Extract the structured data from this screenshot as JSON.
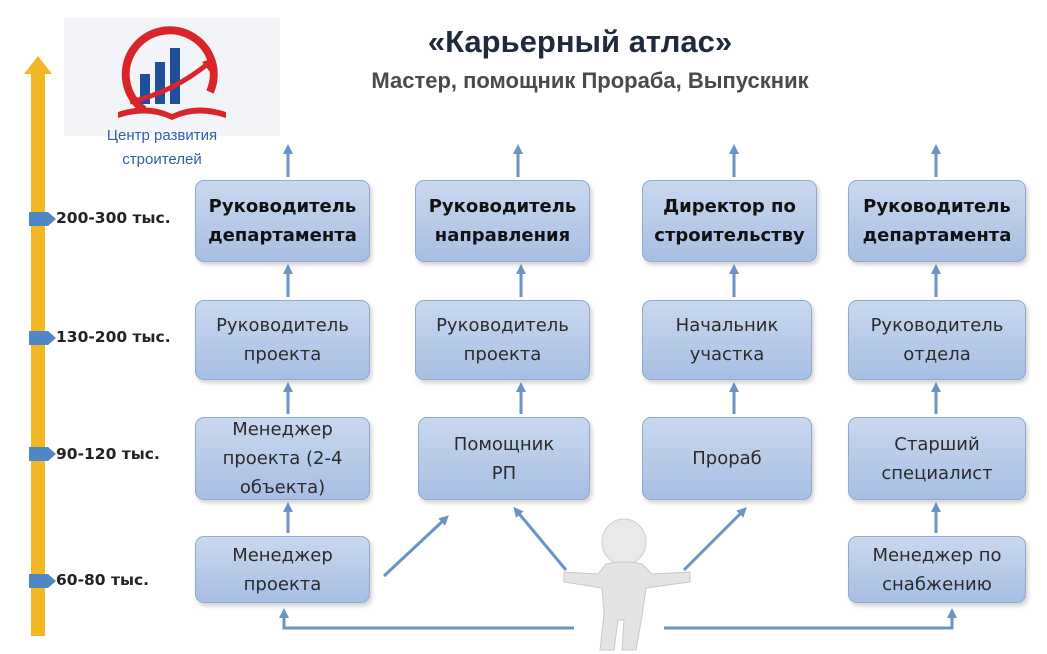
{
  "logo": {
    "icon": "bar-chart-arrow-book-logo",
    "caption_line1": "Центр развития",
    "caption_line2": "строителей"
  },
  "title": "«Карьерный атлас»",
  "subtitle": "Мастер, помощник Прораба, Выпускник",
  "salary_levels": [
    "200-300 тыс.",
    "130-200 тыс.",
    "90-120 тыс.",
    "60-80 тыс."
  ],
  "columns": [
    {
      "top": "Руководитель\nдепартамента",
      "l2": "Руководитель\nпроекта",
      "l3": "Менеджер\nпроекта (2-4\nобъекта)",
      "l4": "Менеджер\nпроекта"
    },
    {
      "top": "Руководитель\nнаправления",
      "l2": "Руководитель\nпроекта",
      "l3": "Помощник\nРП"
    },
    {
      "top": "Директор по\nстроительству",
      "l2": "Начальник\nучастка",
      "l3": "Прораб"
    },
    {
      "top": "Руководитель\nдепартамента",
      "l2": "Руководитель\nотдела",
      "l3": "Старший\nспециалист",
      "l4": "Менеджер по\nснабжению"
    }
  ],
  "colors": {
    "box": "#a7bfe2",
    "arrow": "#6b93c5",
    "scale": "#f2b824",
    "marker": "#4f86c6"
  }
}
